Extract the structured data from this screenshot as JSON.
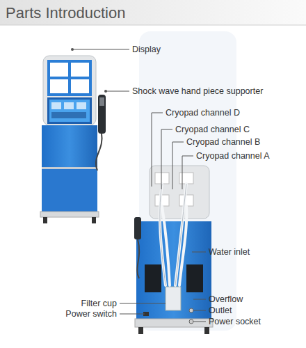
{
  "diagram": {
    "title": "Parts Introduction",
    "labels": [
      "Display",
      "Shock wave hand piece supporter",
      "Cryopad channel D",
      "Cryopad channel C",
      "Cryopad channel B",
      "Cryopad channel A",
      "Water inlet",
      "Filter cup",
      "Overflow",
      "Power switch",
      "Outlet",
      "Power socket"
    ]
  }
}
